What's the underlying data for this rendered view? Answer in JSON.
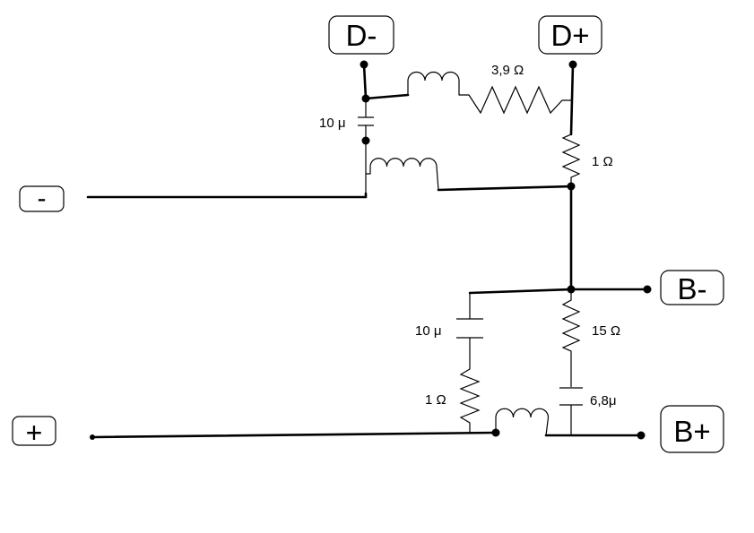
{
  "terminals": {
    "d_minus": "D-",
    "d_plus": "D+",
    "minus": "-",
    "b_minus": "B-",
    "plus": "+",
    "b_plus": "B+"
  },
  "components": {
    "r_top": "3,9 Ω",
    "c_top": "10 μ",
    "r_right": "1 Ω",
    "c_bottom": "10 μ",
    "r_bottom": "1 Ω",
    "r_series": "15 Ω",
    "c_series": "6,8μ"
  }
}
